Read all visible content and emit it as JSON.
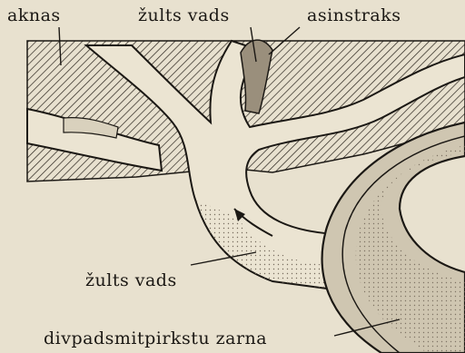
{
  "labels": {
    "liver": "aknas",
    "bile_duct_top": "žults vads",
    "blood_vessel": "asinstraks",
    "bile_duct_bottom": "žults vads",
    "duodenum": "divpadsmitpirkstu zarna"
  }
}
